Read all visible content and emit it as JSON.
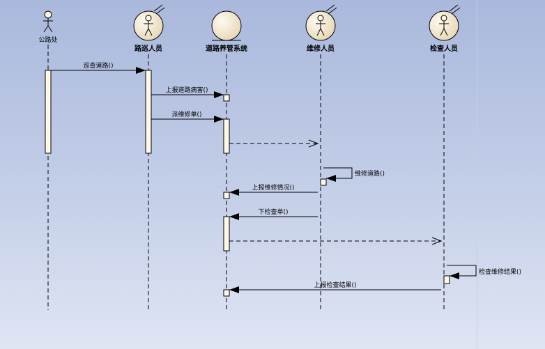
{
  "actors": [
    {
      "id": "gonglu",
      "name": "公路处",
      "kind": "stick"
    },
    {
      "id": "xunlu",
      "name": "路巡人员",
      "kind": "worker"
    },
    {
      "id": "system",
      "name": "道路养管系统",
      "kind": "entity"
    },
    {
      "id": "weixiu",
      "name": "维修人员",
      "kind": "worker"
    },
    {
      "id": "jiancha",
      "name": "检查人员",
      "kind": "worker"
    }
  ],
  "messages": [
    {
      "id": "m1",
      "label": "巡查道路()"
    },
    {
      "id": "m2",
      "label": "上报道路病害()"
    },
    {
      "id": "m3",
      "label": "派维修单()"
    },
    {
      "id": "m4",
      "label": ""
    },
    {
      "id": "m5",
      "label": "维修道路()"
    },
    {
      "id": "m6",
      "label": "上报维修情况()"
    },
    {
      "id": "m7",
      "label": "下检查单()"
    },
    {
      "id": "m8",
      "label": ""
    },
    {
      "id": "m9",
      "label": "检查维修结果()"
    },
    {
      "id": "m10",
      "label": "上报检查结果()"
    }
  ],
  "colors": {
    "activation_fill": "#fff8e6",
    "actor_fill": "#f5ecd6",
    "line": "#000000"
  }
}
